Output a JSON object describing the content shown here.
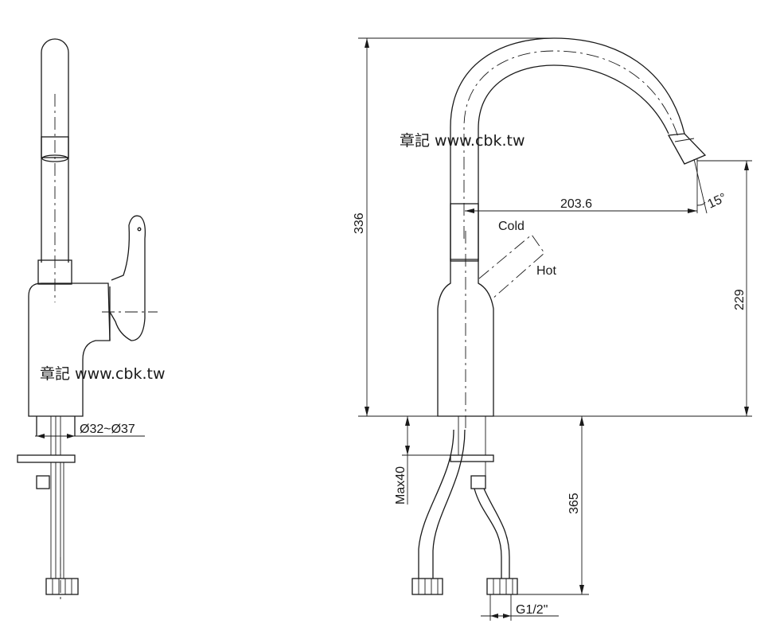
{
  "watermark": "章記 www.cbk.tw",
  "dimensions": {
    "height_total": "336",
    "reach": "203.6",
    "angle": "15°",
    "spout_height": "229",
    "hose_length": "365",
    "deck_thickness": "Max40",
    "hole_diameter": "Ø32~Ø37",
    "thread": "G1/2\""
  },
  "labels": {
    "cold": "Cold",
    "hot": "Hot"
  }
}
